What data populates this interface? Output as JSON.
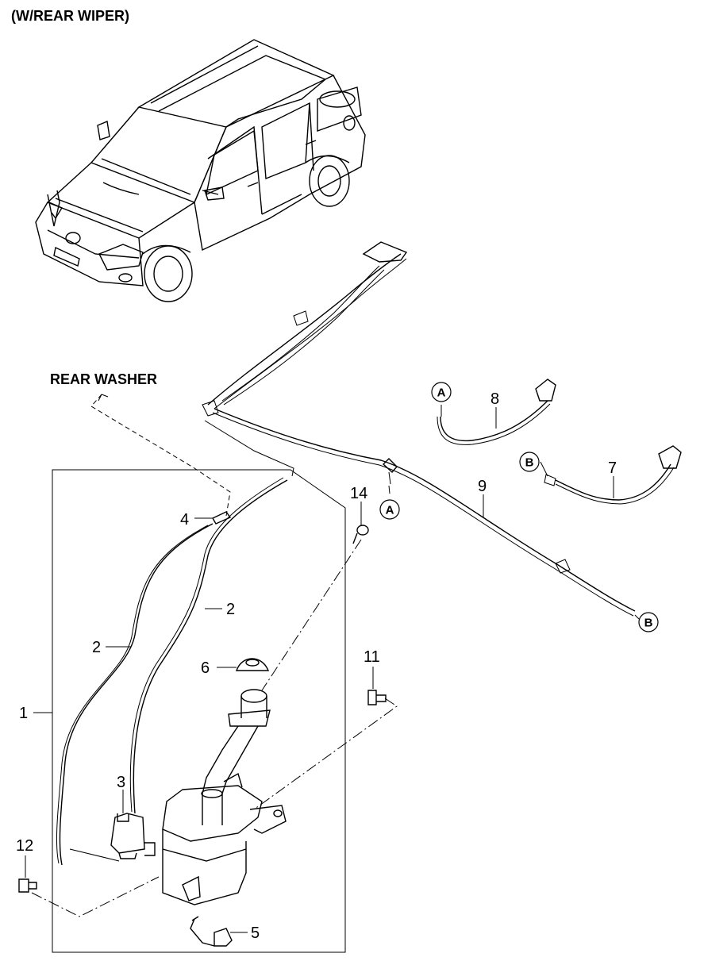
{
  "title": "(W/REAR WIPER)",
  "rear_washer_label": "REAR WASHER",
  "callouts": {
    "c1": "1",
    "c2a": "2",
    "c2b": "2",
    "c3": "3",
    "c4": "4",
    "c5": "5",
    "c6": "6",
    "c7": "7",
    "c8": "8",
    "c9": "9",
    "c11": "11",
    "c12": "12",
    "c14": "14"
  },
  "connectors": {
    "a_top": "A",
    "a_mid": "A",
    "b_top": "B",
    "b_end": "B"
  }
}
